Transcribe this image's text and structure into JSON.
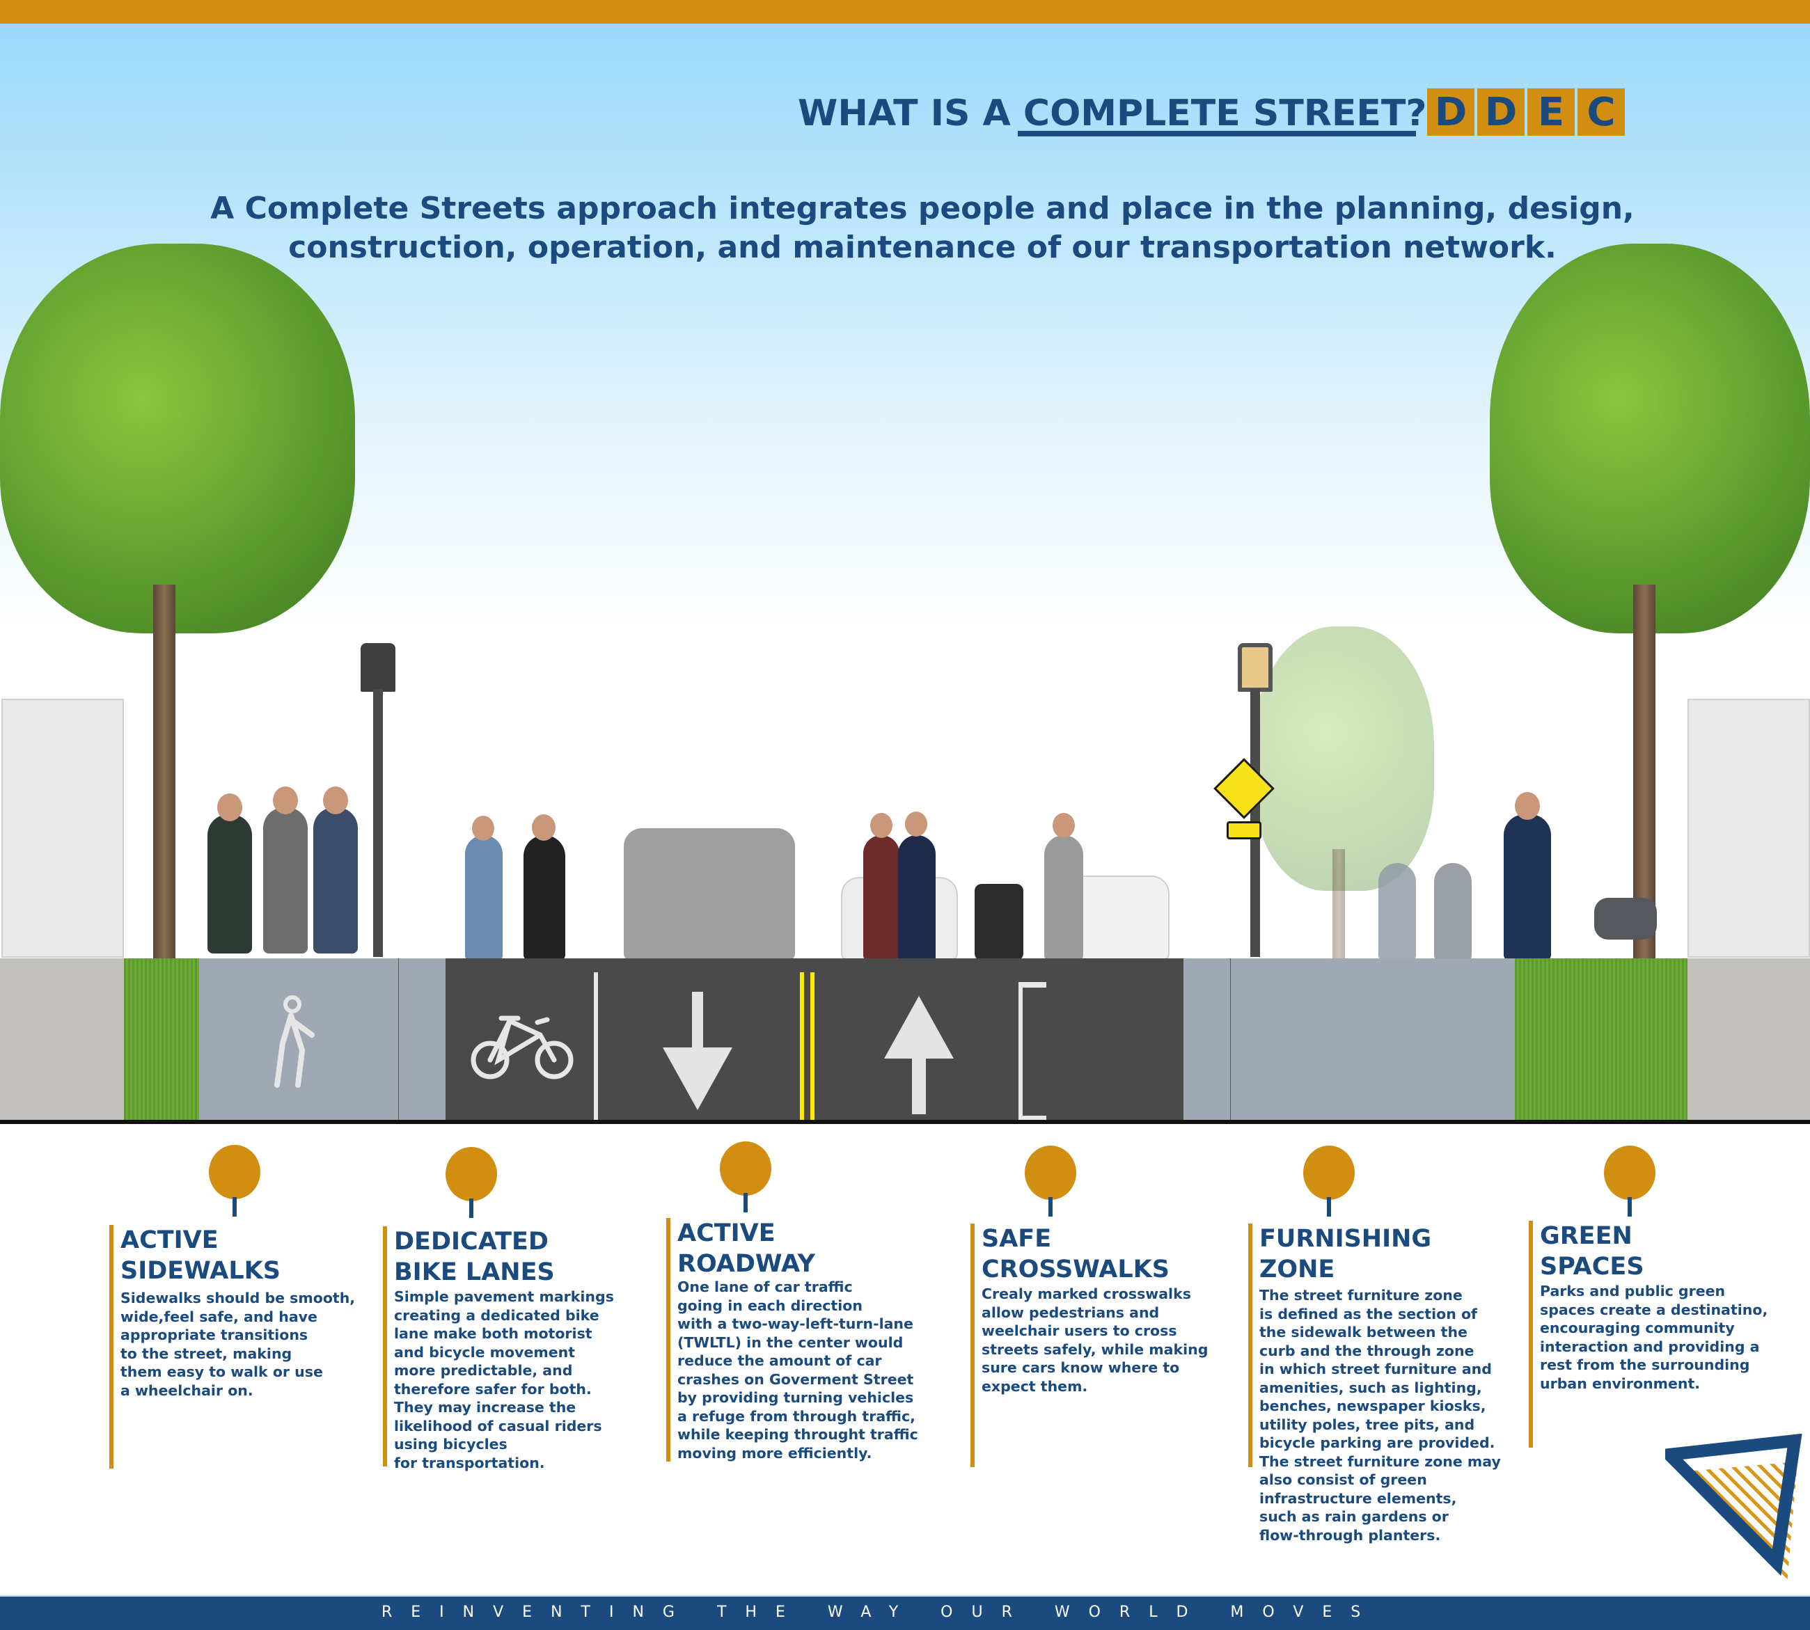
{
  "header": {
    "title_prefix": "WHAT IS A ",
    "title_emphasis": "COMPLETE STREET?",
    "logo_letters": [
      "D",
      "D",
      "E",
      "C"
    ],
    "subtitle": "A Complete Streets approach integrates people and place in the planning, design, construction, operation, and maintenance of our transportation network."
  },
  "colors": {
    "brand_navy": "#1a4a7e",
    "brand_gold": "#d18e11",
    "sky_top": "#9ad9fb",
    "grass": "#5f9b2c",
    "asphalt": "#4a4a4a",
    "sidewalk": "#9fa8b3",
    "center_line": "#ffea00"
  },
  "street_section": {
    "segments": [
      {
        "name": "building-frontage-left",
        "material": "concrete"
      },
      {
        "name": "planting-strip-left",
        "material": "grass"
      },
      {
        "name": "sidewalk-left",
        "material": "sidewalk",
        "marking": "pedestrian-icon"
      },
      {
        "name": "curb-left",
        "material": "sidewalk"
      },
      {
        "name": "bike-lane",
        "material": "asphalt",
        "marking": "bicycle-icon"
      },
      {
        "name": "travel-lane-southbound",
        "material": "asphalt",
        "marking": "arrow-down-icon"
      },
      {
        "name": "travel-lane-northbound",
        "material": "asphalt",
        "marking": "arrow-up-icon"
      },
      {
        "name": "crosswalk-lane",
        "material": "asphalt",
        "marking": "crosswalk-bracket"
      },
      {
        "name": "curb-right",
        "material": "sidewalk"
      },
      {
        "name": "furnishing-zone",
        "material": "sidewalk"
      },
      {
        "name": "planting-strip-right",
        "material": "grass"
      },
      {
        "name": "building-frontage-right",
        "material": "concrete"
      }
    ],
    "scene_objects": [
      "tree",
      "street-lamp",
      "pedestrians",
      "cyclists",
      "jeep",
      "suv",
      "hatchback",
      "stroller",
      "pedestrian-crossing-sign",
      "dog-walker"
    ]
  },
  "callouts": [
    {
      "title": "ACTIVE\nSIDEWALKS",
      "body": "Sidewalks should be smooth,\nwide,feel safe, and have\nappropriate transitions\nto the street, making\nthem easy to walk or use\na wheelchair on."
    },
    {
      "title": "DEDICATED\nBIKE LANES",
      "body": "Simple pavement markings\ncreating a dedicated bike\nlane make both motorist\nand bicycle movement\nmore predictable, and\ntherefore safer for both.\nThey may increase the\nlikelihood of casual riders\nusing bicycles\nfor transportation."
    },
    {
      "title": "ACTIVE\nROADWAY",
      "body": "One lane of car traffic\ngoing in each direction\nwith a two-way-left-turn-lane\n(TWLTL) in the center would\nreduce the amount of car\ncrashes on Goverment Street\nby providing turning vehicles\na refuge from through traffic,\nwhile keeping throught traffic\nmoving more efficiently."
    },
    {
      "title": "SAFE\nCROSSWALKS",
      "body": "Crealy marked crosswalks\nallow pedestrians and\nweelchair users to cross\nstreets safely, while making\nsure cars know where to\nexpect them."
    },
    {
      "title": "FURNISHING\nZONE",
      "body": "The street furniture zone\nis defined as the section of\nthe sidewalk between the\ncurb and the through zone\nin which street furniture and\namenities, such as lighting,\nbenches, newspaper kiosks,\nutility poles, tree pits, and\nbicycle parking are provided.\nThe street furniture zone may\nalso consist of green\ninfrastructure elements,\nsuch as rain gardens or\nflow-through planters."
    },
    {
      "title": "GREEN\nSPACES",
      "body": "Parks and public green\nspaces create a destinatino,\nencouraging community\ninteraction and providing a\nrest from the surrounding\nurban environment."
    }
  ],
  "footer": {
    "tagline": "REINVENTING THE WAY OUR WORLD MOVES"
  }
}
